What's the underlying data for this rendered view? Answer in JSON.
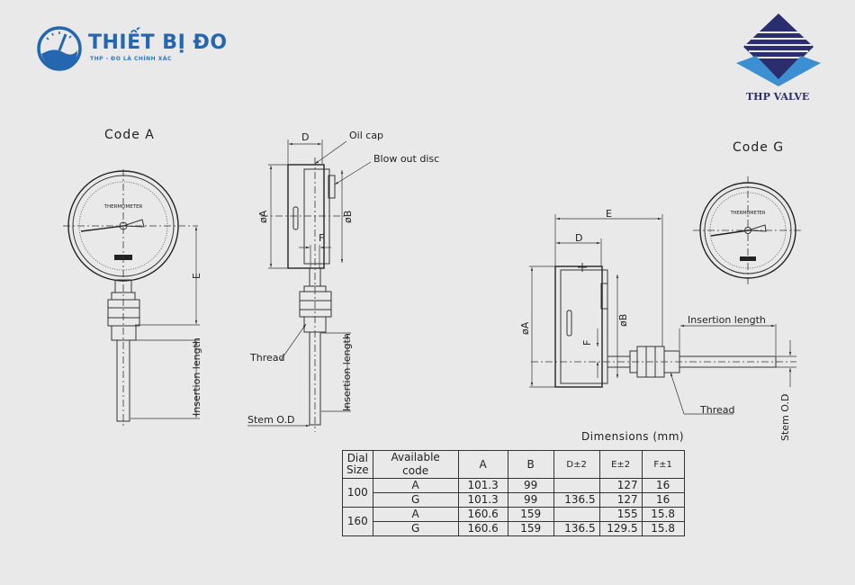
{
  "logos": {
    "left_brand": "THIẾT BỊ ĐO",
    "left_tagline": "THP - ĐO LÀ CHÍNH XÁC",
    "right_brand": "THP VALVE",
    "colors": {
      "blue": "#2467b0",
      "navy": "#2a2e6e",
      "light_blue": "#3c8fd0"
    }
  },
  "drawing": {
    "code_a_title": "Code A",
    "code_g_title": "Code G",
    "dial_text": "THERMOMETER",
    "labels": {
      "D": "D",
      "E": "E",
      "F": "F",
      "phiA": "øA",
      "phiB": "øB",
      "oil_cap": "Oil cap",
      "blow_out_disc": "Blow out disc",
      "thread": "Thread",
      "stem_od": "Stem O.D",
      "insertion_length": "Insertion length"
    }
  },
  "table": {
    "caption": "Dimensions (mm)",
    "headers": [
      "Dial Size",
      "Available code",
      "A",
      "B",
      "D±2",
      "E±2",
      "F±1"
    ],
    "groups": [
      {
        "dial_size": "100",
        "rows": [
          {
            "code": "A",
            "A": "101.3",
            "B": "99",
            "D": "",
            "E": "127",
            "F": "16"
          },
          {
            "code": "G",
            "A": "101.3",
            "B": "99",
            "D": "136.5",
            "E": "127",
            "F": "16"
          }
        ]
      },
      {
        "dial_size": "160",
        "rows": [
          {
            "code": "A",
            "A": "160.6",
            "B": "159",
            "D": "",
            "E": "155",
            "F": "15.8"
          },
          {
            "code": "G",
            "A": "160.6",
            "B": "159",
            "D": "136.5",
            "E": "129.5",
            "F": "15.8"
          }
        ]
      }
    ]
  }
}
